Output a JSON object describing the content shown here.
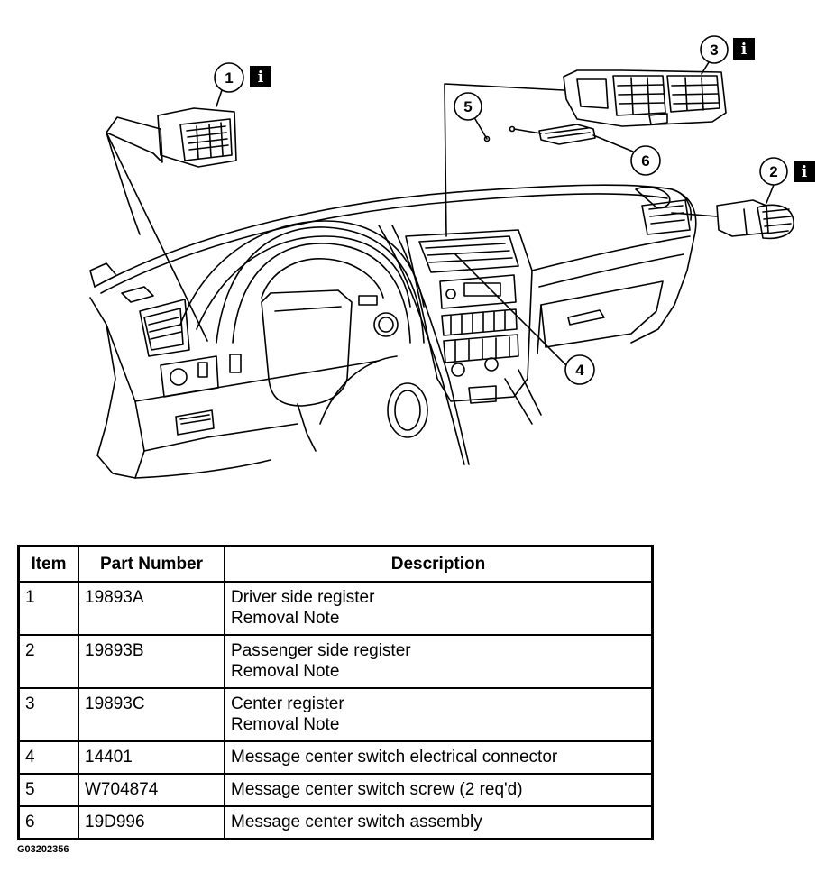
{
  "callouts": [
    {
      "number": "1",
      "info": "i"
    },
    {
      "number": "2",
      "info": "i"
    },
    {
      "number": "3",
      "info": "i"
    },
    {
      "number": "4",
      "info": ""
    },
    {
      "number": "5",
      "info": ""
    },
    {
      "number": "6",
      "info": ""
    }
  ],
  "table": {
    "headers": [
      "Item",
      "Part Number",
      "Description"
    ],
    "rows": [
      {
        "item": "1",
        "part": "19893A",
        "desc": [
          "Driver side register",
          "Removal Note"
        ]
      },
      {
        "item": "2",
        "part": "19893B",
        "desc": [
          "Passenger side register",
          "Removal Note"
        ]
      },
      {
        "item": "3",
        "part": "19893C",
        "desc": [
          "Center register",
          "Removal Note"
        ]
      },
      {
        "item": "4",
        "part": "14401",
        "desc": [
          "Message center switch electrical connector"
        ]
      },
      {
        "item": "5",
        "part": "W704874",
        "desc": [
          "Message center switch screw (2 req'd)"
        ]
      },
      {
        "item": "6",
        "part": "19D996",
        "desc": [
          "Message center switch assembly"
        ]
      }
    ]
  },
  "figure_code": "G03202356",
  "colors": {
    "line": "#000000",
    "background": "#ffffff",
    "badge": "#000000"
  }
}
